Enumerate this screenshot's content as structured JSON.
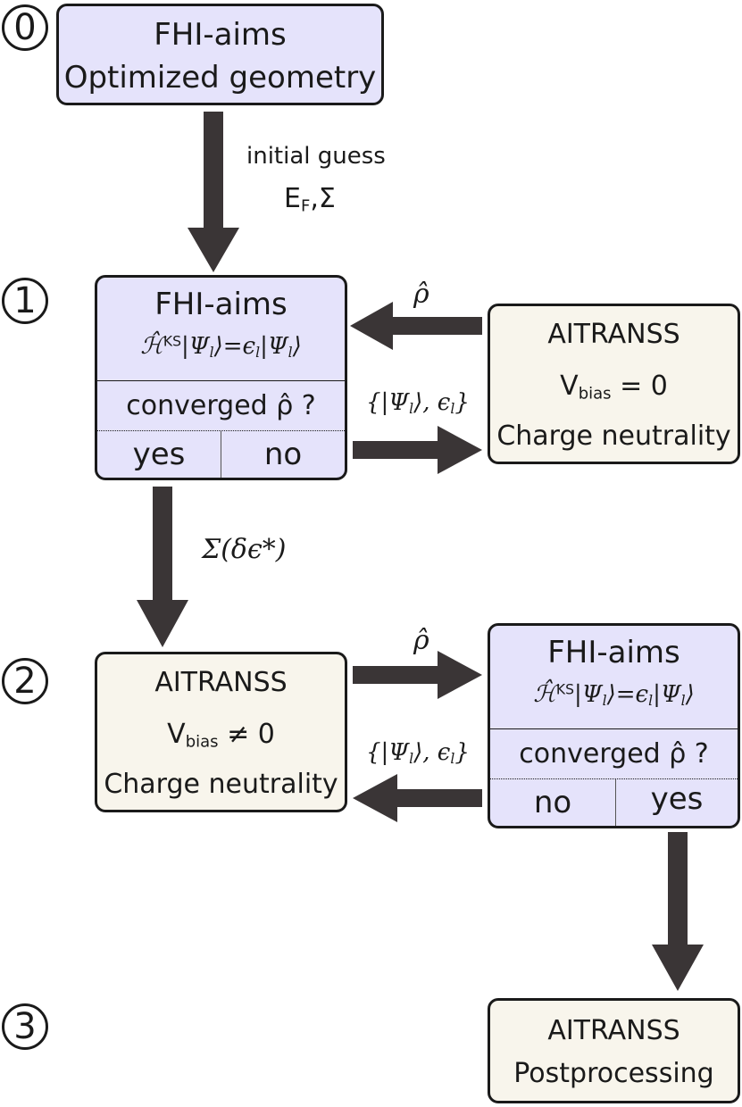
{
  "steps": [
    "0",
    "1",
    "2",
    "3"
  ],
  "box0": {
    "line1": "FHI-aims",
    "line2": "Optimized geometry"
  },
  "edge0_1": {
    "line1": "initial guess",
    "line2_main": "E",
    "line2_sub": "F",
    "line2_tail": ",Σ"
  },
  "box1": {
    "title": "FHI-aims",
    "eq_h": "ℋ̂",
    "eq_sup": "KS",
    "eq_mid": "|Ψ",
    "eq_sub": "l",
    "eq_rest": "⟩=ϵ",
    "eq_sub2": "l",
    "eq_psi": "|Ψ",
    "eq_sub3": "l",
    "eq_end": "⟩",
    "question": "converged ρ̂ ?",
    "yes": "yes",
    "no": "no"
  },
  "edge_rho_1": "ρ̂",
  "edge_psi_1": "{|Ψ",
  "edge_psi_1_sub": "l",
  "edge_psi_1_mid": "⟩, ϵ",
  "edge_psi_1_sub2": "l",
  "edge_psi_1_end": "}",
  "aitranss1": {
    "title": "AITRANSS",
    "vbias_main": "V",
    "vbias_sub": "bias",
    "vbias_rest": " = 0",
    "line3": "Charge neutrality"
  },
  "edge1_2": "Σ(δϵ*)",
  "aitranss2": {
    "title": "AITRANSS",
    "vbias_main": "V",
    "vbias_sub": "bias",
    "vbias_rest": " ≠ 0",
    "line3": "Charge neutrality"
  },
  "edge_rho_2": "ρ̂",
  "edge_psi_2": "{|Ψ",
  "edge_psi_2_sub": "l",
  "edge_psi_2_mid": "⟩, ϵ",
  "edge_psi_2_sub2": "l",
  "edge_psi_2_end": "}",
  "box2": {
    "title": "FHI-aims",
    "eq_h": "ℋ̂",
    "eq_sup": "KS",
    "eq_mid": "|Ψ",
    "eq_sub": "l",
    "eq_rest": "⟩=ϵ",
    "eq_sub2": "l",
    "eq_psi": "|Ψ",
    "eq_sub3": "l",
    "eq_end": "⟩",
    "question": "converged ρ̂ ?",
    "no": "no",
    "yes": "yes"
  },
  "box3": {
    "line1": "AITRANSS",
    "line2": "Postprocessing"
  },
  "colors": {
    "fhi_fill": "#e5e3fb",
    "aitranss_fill": "#f8f5ec",
    "arrow": "#3a3536",
    "border": "#1a1a1a"
  }
}
